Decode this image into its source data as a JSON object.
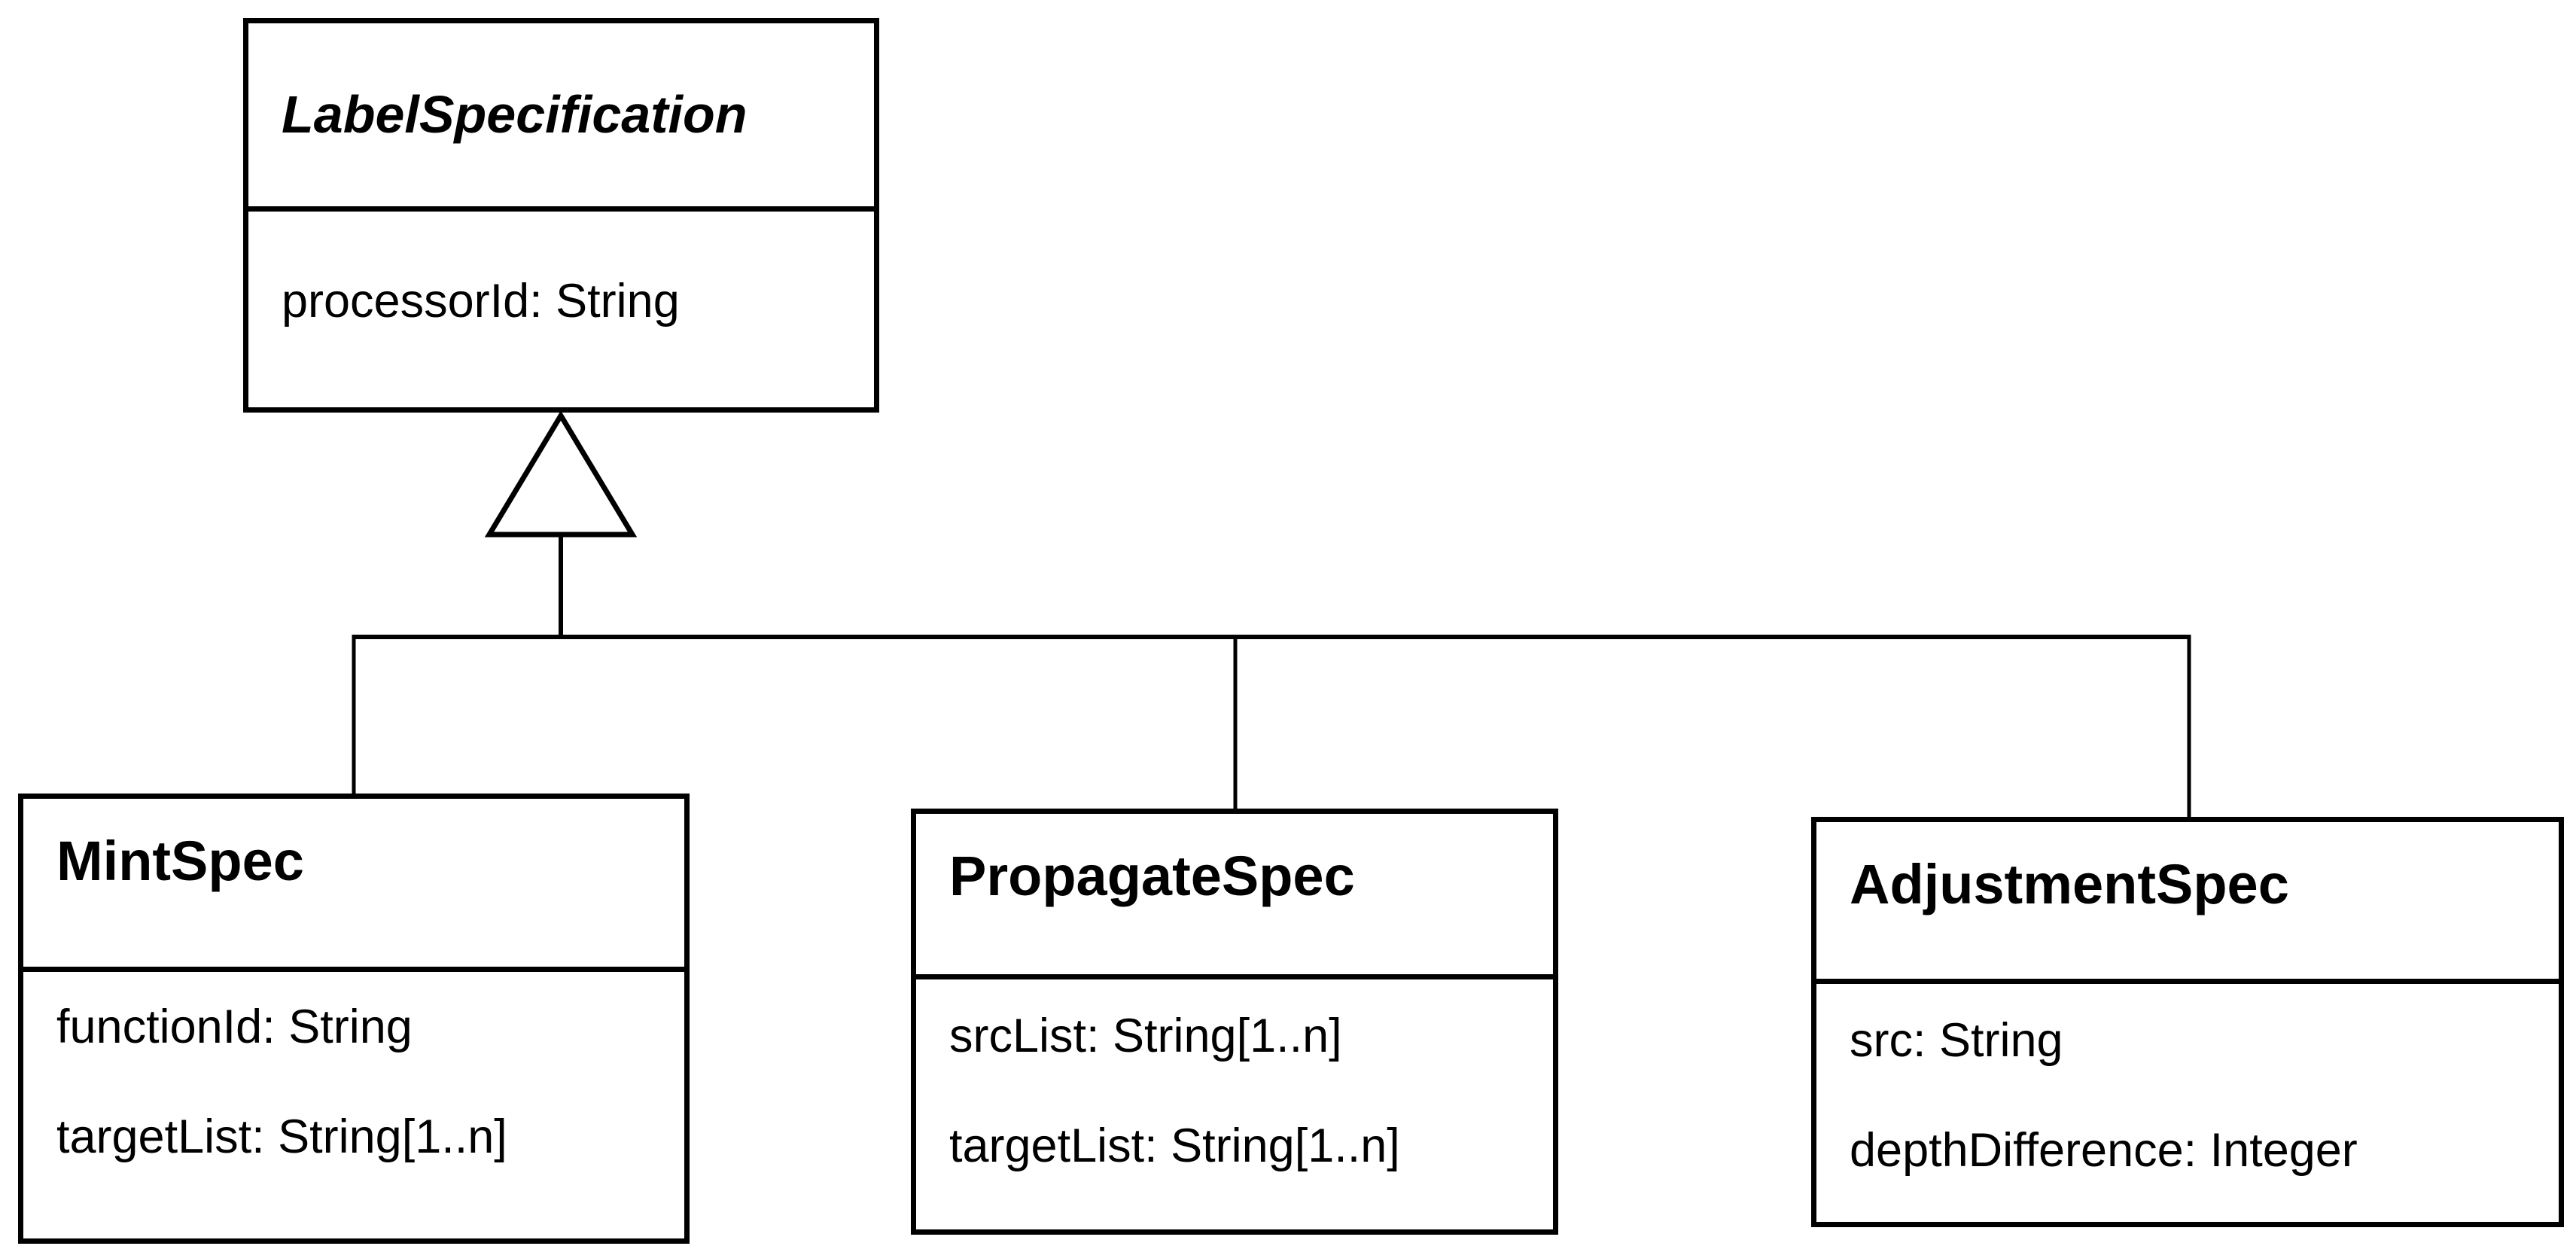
{
  "diagram": {
    "type": "uml-class-diagram",
    "colors": {
      "stroke": "#000000",
      "background": "#ffffff",
      "text": "#000000"
    },
    "classes": [
      {
        "name": "LabelSpecification",
        "abstract": true,
        "attributes": [
          "processorId: String"
        ]
      },
      {
        "name": "MintSpec",
        "abstract": false,
        "attributes": [
          "functionId: String",
          "targetList: String[1..n]"
        ]
      },
      {
        "name": "PropagateSpec",
        "abstract": false,
        "attributes": [
          "srcList: String[1..n]",
          "targetList: String[1..n]"
        ]
      },
      {
        "name": "AdjustmentSpec",
        "abstract": false,
        "attributes": [
          "src: String",
          "depthDifference: Integer"
        ]
      }
    ],
    "relationships": [
      {
        "type": "generalization",
        "parent": "LabelSpecification",
        "children": [
          "MintSpec",
          "PropagateSpec",
          "AdjustmentSpec"
        ]
      }
    ]
  }
}
